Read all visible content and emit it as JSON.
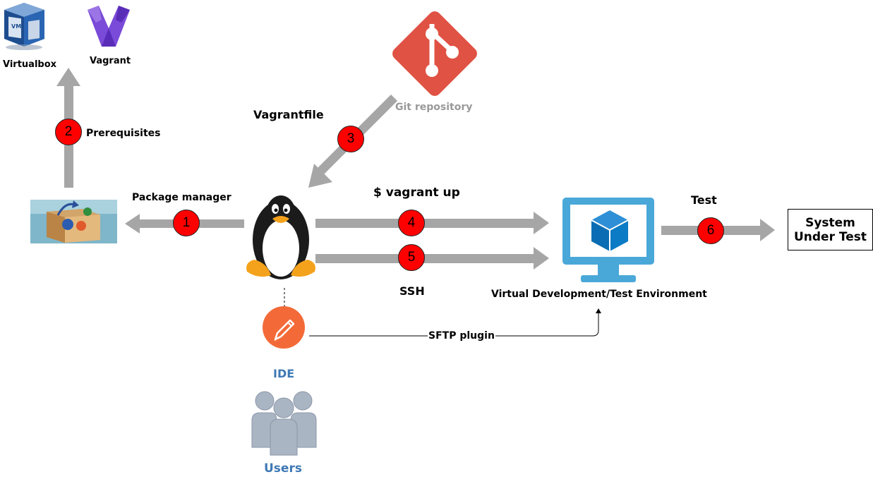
{
  "labels": {
    "virtualbox": "Virtualbox",
    "vagrant": "Vagrant",
    "prerequisites": "Prerequisites",
    "git_repository": "Git repository",
    "vagrantfile": "Vagrantfile",
    "package_manager": "Package manager",
    "vagrant_up": "$ vagrant up",
    "ssh": "SSH",
    "test": "Test",
    "virtual_env": "Virtual Development/Test Environment",
    "sftp_plugin": "SFTP plugin",
    "ide": "IDE",
    "users": "Users"
  },
  "system_under_test": {
    "line1": "System",
    "line2": "Under Test"
  },
  "steps": [
    "1",
    "2",
    "3",
    "4",
    "5",
    "6"
  ],
  "colors": {
    "arrow": "#a6a6a6",
    "step_circle": "#ff0000",
    "git_red": "#e05243",
    "monitor_blue": "#4aa8d8",
    "cube_blue": "#0a7bc4",
    "ide_orange": "#f36a38",
    "users_gray": "#aab5c4",
    "blue_text": "#3f79b5",
    "git_text": "#999999"
  },
  "icons": {
    "virtualbox": "virtualbox-icon",
    "vagrant": "vagrant-icon",
    "git": "git-icon",
    "linux": "tux-penguin-icon",
    "package": "package-box-icon",
    "vm": "monitor-cube-icon",
    "ide": "pencil-icon",
    "users": "users-group-icon"
  }
}
